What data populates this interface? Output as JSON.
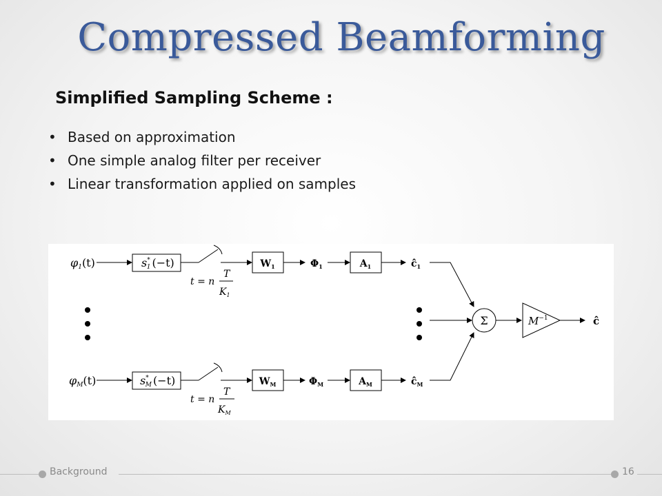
{
  "slide": {
    "title": "Compressed Beamforming",
    "subtitle": "Simplified  Sampling Scheme :",
    "bullets": [
      "Based on approximation",
      "One simple analog filter per receiver",
      "Linear transformation applied on samples"
    ],
    "footer": {
      "section": "Background",
      "page_number": "16"
    }
  },
  "diagram": {
    "rows": [
      {
        "input": "φ",
        "input_sub": "1",
        "filter": "s",
        "filter_sub": "1",
        "sampling_denominator": "K",
        "sampling_sub": "1",
        "w": "W",
        "w_sub": "1",
        "phi": "Φ",
        "phi_sub": "1",
        "a": "A",
        "a_sub": "1",
        "output": "ĉ",
        "output_sub": "1"
      },
      {
        "input": "φ",
        "input_sub": "M",
        "filter": "s",
        "filter_sub": "M",
        "sampling_denominator": "K",
        "sampling_sub": "M",
        "w": "W",
        "w_sub": "M",
        "phi": "Φ",
        "phi_sub": "M",
        "a": "A",
        "a_sub": "M",
        "output": "ĉ",
        "output_sub": "M"
      }
    ],
    "time_arg": "(t)",
    "filter_arg": "(−t)",
    "filter_conj": "*",
    "sampling_t": "t = n",
    "sampling_T": "T",
    "sum_symbol": "Σ",
    "gain": "M",
    "gain_sup": "−1",
    "final_output": "ĉ"
  }
}
